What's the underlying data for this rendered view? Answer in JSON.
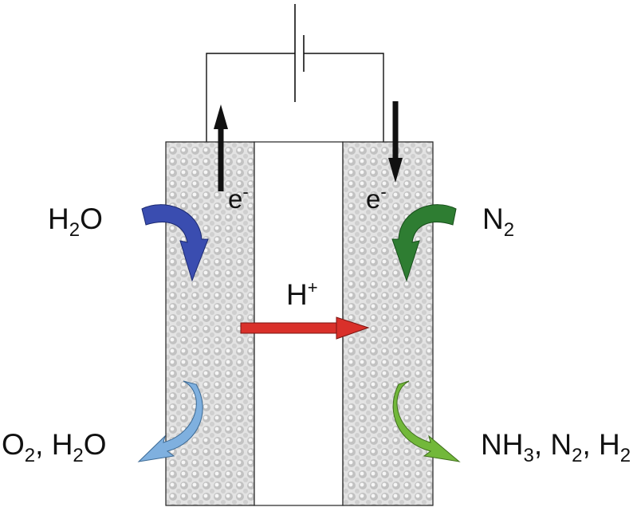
{
  "electron_left": {
    "base": "e",
    "sup": "-"
  },
  "electron_right": {
    "base": "e",
    "sup": "-"
  },
  "proton": {
    "base": "H",
    "sup": "+"
  },
  "anode_input": {
    "p1": "H",
    "p1_sub": "2",
    "p2": "O"
  },
  "cathode_input": {
    "p1": "N",
    "p1_sub": "2"
  },
  "anode_output": {
    "p1": "O",
    "p1_sub": "2",
    "p2": ", H",
    "p2_sub": "2",
    "p3": "O"
  },
  "cathode_output": {
    "p1": "NH",
    "p1_sub": "3",
    "p2": ", N",
    "p2_sub": "2",
    "p3": ", H",
    "p3_sub": "2"
  },
  "colors": {
    "anode_in_arrow": "#3a4db0",
    "cathode_in_arrow": "#2e7d32",
    "anode_out_arrow": "#7fb0df",
    "cathode_out_arrow": "#72b83a",
    "proton_arrow": "#d9302a",
    "electron_arrow": "#111111"
  }
}
